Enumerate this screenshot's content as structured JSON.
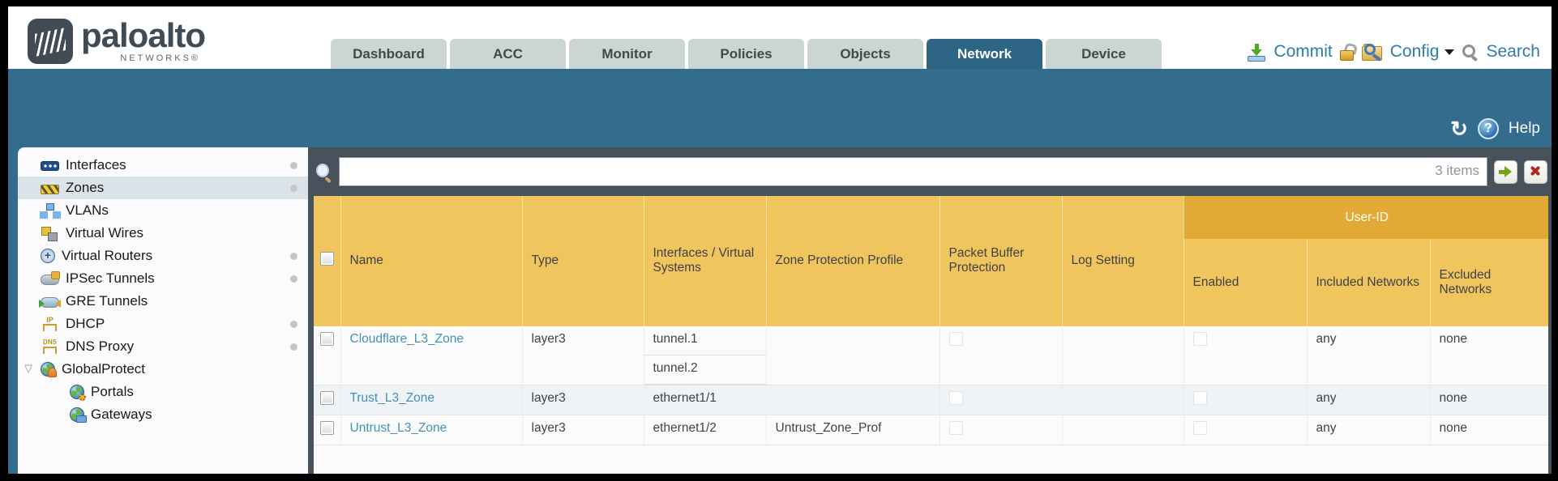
{
  "brand": {
    "name": "paloalto",
    "subtitle": "NETWORKS®"
  },
  "nav": {
    "tabs": [
      {
        "label": "Dashboard",
        "active": false
      },
      {
        "label": "ACC",
        "active": false
      },
      {
        "label": "Monitor",
        "active": false
      },
      {
        "label": "Policies",
        "active": false
      },
      {
        "label": "Objects",
        "active": false
      },
      {
        "label": "Network",
        "active": true
      },
      {
        "label": "Device",
        "active": false
      }
    ],
    "actions": {
      "commit": "Commit",
      "config": "Config",
      "search": "Search"
    }
  },
  "toolbar": {
    "help_label": "Help"
  },
  "sidebar": {
    "items": [
      {
        "label": "Interfaces"
      },
      {
        "label": "Zones"
      },
      {
        "label": "VLANs"
      },
      {
        "label": "Virtual Wires"
      },
      {
        "label": "Virtual Routers"
      },
      {
        "label": "IPSec Tunnels"
      },
      {
        "label": "GRE Tunnels"
      },
      {
        "label": "DHCP"
      },
      {
        "label": "DNS Proxy"
      },
      {
        "label": "GlobalProtect"
      },
      {
        "label": "Portals"
      },
      {
        "label": "Gateways"
      }
    ],
    "expander_glyph": "▽"
  },
  "filter": {
    "value": "",
    "items_count": "3 items"
  },
  "table": {
    "group_header": "User-ID",
    "columns": {
      "name": "Name",
      "type": "Type",
      "interfaces": "Interfaces / Virtual Systems",
      "zpp": "Zone Protection Profile",
      "pbp": "Packet Buffer Protection",
      "log": "Log Setting",
      "enabled": "Enabled",
      "included": "Included Networks",
      "excluded": "Excluded Networks"
    },
    "rows": [
      {
        "name": "Cloudflare_L3_Zone",
        "type": "layer3",
        "if1": "tunnel.1",
        "if2": "tunnel.2",
        "zpp": "",
        "log": "",
        "included": "any",
        "excluded": "none"
      },
      {
        "name": "Trust_L3_Zone",
        "type": "layer3",
        "if1": "ethernet1/1",
        "zpp": "",
        "log": "",
        "included": "any",
        "excluded": "none"
      },
      {
        "name": "Untrust_L3_Zone",
        "type": "layer3",
        "if1": "ethernet1/2",
        "zpp": "Untrust_Zone_Prof",
        "log": "",
        "included": "any",
        "excluded": "none"
      }
    ]
  },
  "colors": {
    "teal_band": "#336c8d",
    "active_tab": "#2e6484",
    "header_gold": "#f0c55e",
    "group_gold": "#e2aa35",
    "slate_background": "#48525d",
    "link_blue": "#4691b5",
    "action_blue": "#2e7cab"
  }
}
